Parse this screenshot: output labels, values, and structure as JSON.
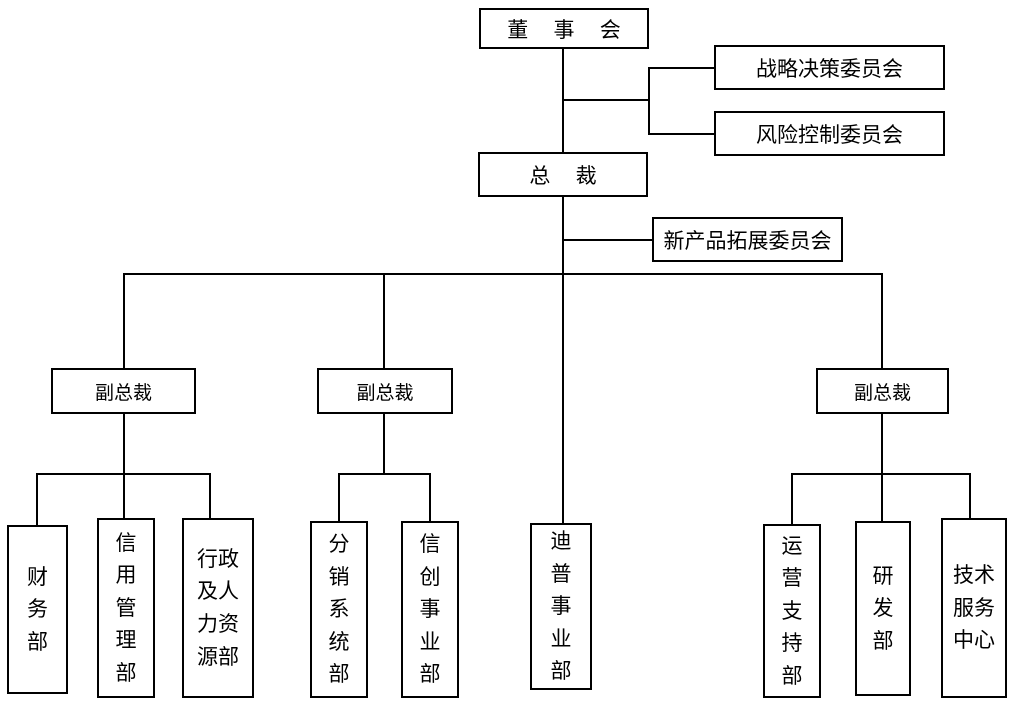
{
  "diagram": {
    "title_text": "",
    "colors": {
      "line": "#000000",
      "box_border": "#000000",
      "background": "#ffffff",
      "text": "#000000"
    },
    "nodes": {
      "board": {
        "label": "董 事 会",
        "role": "root"
      },
      "strategy_committee": {
        "label": "战略决策委员会",
        "role": "committee"
      },
      "risk_committee": {
        "label": "风险控制委员会",
        "role": "committee"
      },
      "president": {
        "label": "总  裁",
        "role": "executive"
      },
      "new_product_committee": {
        "label": "新产品拓展委员会",
        "role": "committee"
      },
      "vp_left": {
        "label": "副总裁",
        "role": "vice-president"
      },
      "vp_middle": {
        "label": "副总裁",
        "role": "vice-president"
      },
      "vp_right": {
        "label": "副总裁",
        "role": "vice-president"
      }
    },
    "departments": {
      "finance": {
        "lines": [
          "财",
          "务",
          "部"
        ],
        "full": "财务部"
      },
      "credit_management": {
        "lines": [
          "信",
          "用",
          "管",
          "理",
          "部"
        ],
        "full": "信用管理部"
      },
      "admin_hr": {
        "lines": [
          "行政",
          "及人",
          "力资",
          "源部"
        ],
        "full": "行政及人力资源部"
      },
      "distribution_system": {
        "lines": [
          "分",
          "销",
          "系",
          "统",
          "部"
        ],
        "full": "分销系统部"
      },
      "xinchuang_division": {
        "lines": [
          "信",
          "创",
          "事",
          "业",
          "部"
        ],
        "full": "信创事业部"
      },
      "dptech_division": {
        "lines": [
          "迪",
          "普",
          "事",
          "业",
          "部"
        ],
        "full": "迪普事业部"
      },
      "operation_support": {
        "lines": [
          "运",
          "营",
          "支",
          "持",
          "部"
        ],
        "full": "运营支持部"
      },
      "rnd": {
        "lines": [
          "研",
          "发",
          "部"
        ],
        "full": "研发部"
      },
      "tech_service_center": {
        "lines": [
          "技术",
          "服务",
          "中心"
        ],
        "full": "技术服务中心"
      }
    }
  }
}
